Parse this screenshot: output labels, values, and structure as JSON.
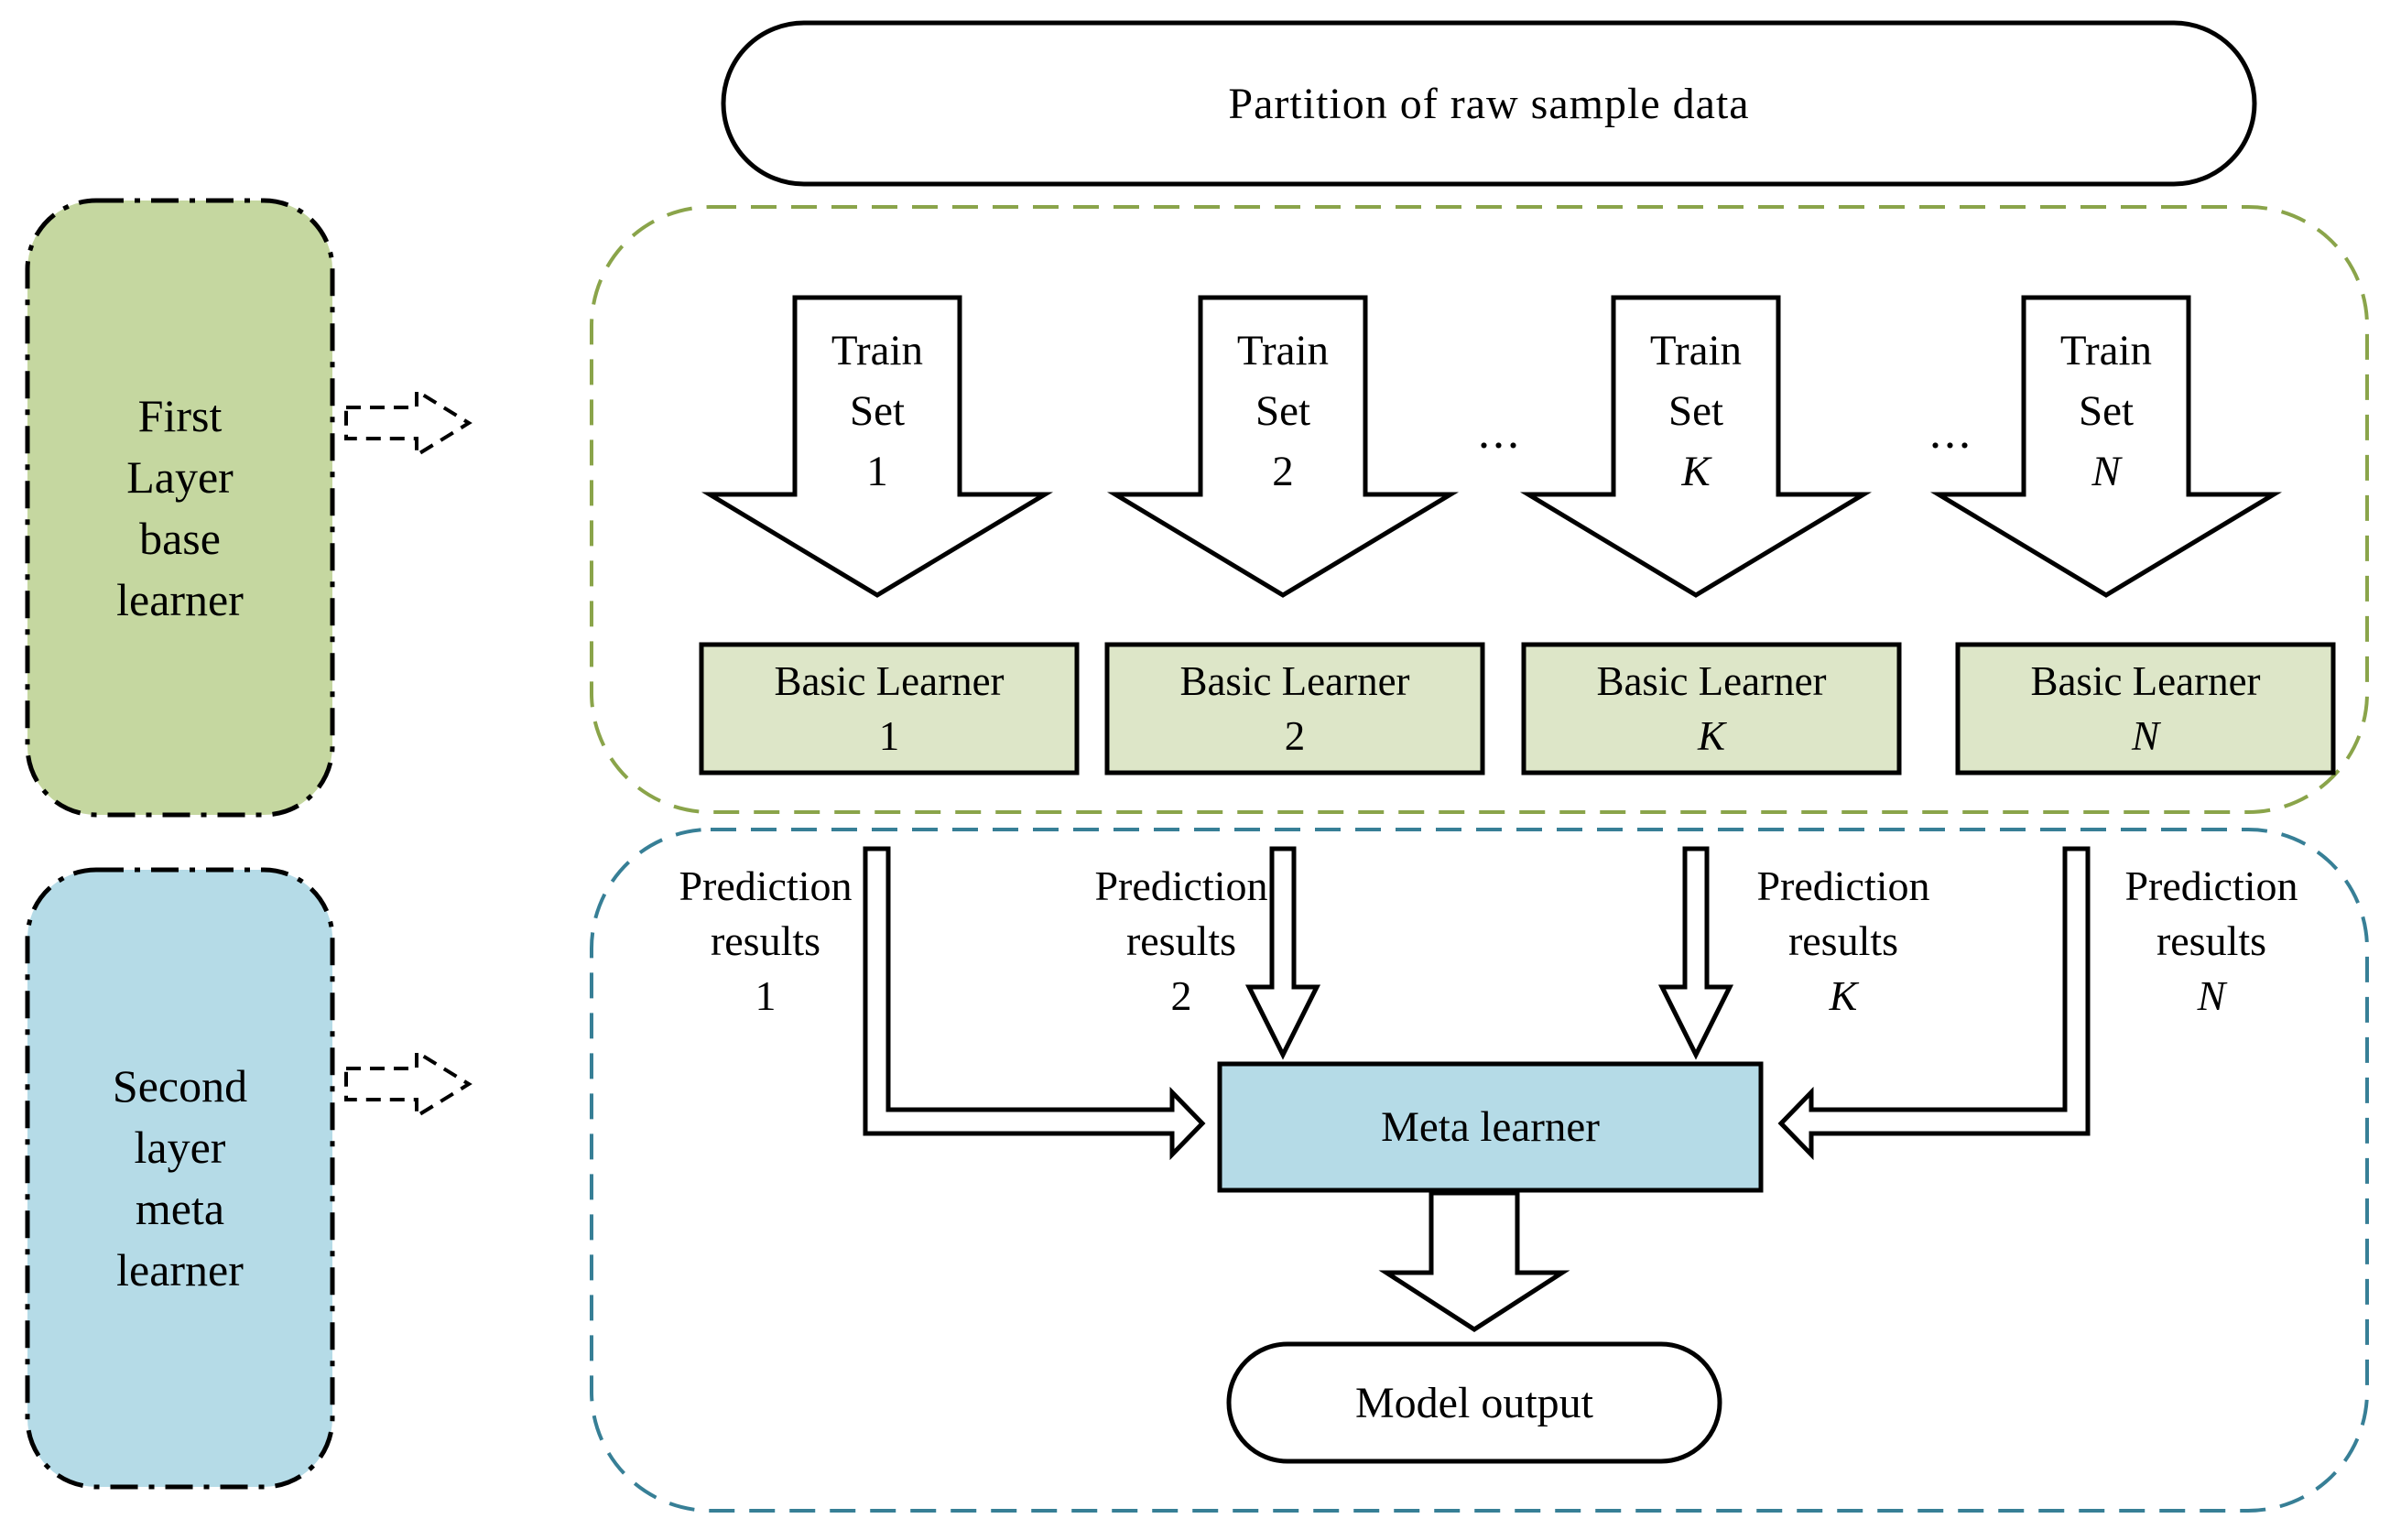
{
  "colors": {
    "first_layer_fill": "#c5d7a0",
    "second_layer_fill": "#b5dbe7",
    "basic_learner_fill": "#dde6c8",
    "meta_learner_fill": "#b5dbe7",
    "first_container_border": "#8aa44a",
    "second_container_border": "#377f96",
    "outline": "#000000"
  },
  "top": {
    "partition_label": "Partition of raw sample data"
  },
  "first_layer": {
    "lines": [
      "First",
      "Layer",
      "base",
      "learner"
    ]
  },
  "second_layer": {
    "lines": [
      "Second",
      "layer",
      "meta",
      "learner"
    ]
  },
  "train_sets": [
    {
      "word1": "Train",
      "word2": "Set",
      "index": "1"
    },
    {
      "word1": "Train",
      "word2": "Set",
      "index": "2"
    },
    {
      "word1": "Train",
      "word2": "Set",
      "index": "K"
    },
    {
      "word1": "Train",
      "word2": "Set",
      "index": "N"
    }
  ],
  "ellipsis": {
    "first": "...",
    "second": "..."
  },
  "basic_learners": [
    {
      "name": "Basic Learner",
      "index": "1"
    },
    {
      "name": "Basic Learner",
      "index": "2"
    },
    {
      "name": "Basic Learner",
      "index": "K"
    },
    {
      "name": "Basic Learner",
      "index": "N"
    }
  ],
  "prediction_results": [
    {
      "word1": "Prediction",
      "word2": "results",
      "index": "1"
    },
    {
      "word1": "Prediction",
      "word2": "results",
      "index": "2"
    },
    {
      "word1": "Prediction",
      "word2": "results",
      "index": "K"
    },
    {
      "word1": "Prediction",
      "word2": "results",
      "index": "N"
    }
  ],
  "meta": {
    "label": "Meta learner"
  },
  "output": {
    "label": "Model output"
  }
}
